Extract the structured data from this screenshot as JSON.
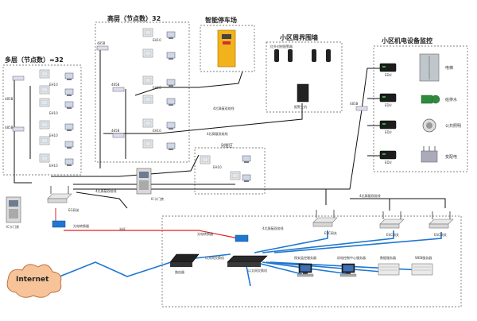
{
  "regions": {
    "multi_layer": {
      "label": "多层（节点数）=32"
    },
    "high_layer": {
      "label": "高层（节点数）32"
    },
    "parking": {
      "label": "智能停车场"
    },
    "perimeter": {
      "label": "小区周界围墙"
    },
    "equipment_monitor": {
      "label": "小区机电设备监控"
    },
    "villa": {
      "label": "别墅区"
    }
  },
  "labels": {
    "bus_485": "485B",
    "eh": "EH10",
    "edu": "EDU",
    "elevator": "电梯",
    "pump": "给排水",
    "light": "公共照明",
    "power": "变配电",
    "wall_door_multi": "IC卡门禁",
    "wall_door_high": "IC卡门禁",
    "hub_multi": "EG网关",
    "converter": "光电转换器",
    "esc_gateway_1": "ESC网关",
    "esc_gateway_2": "ESC网关",
    "esc_gateway_3": "ESC网关",
    "router": "路由器",
    "switch": "以太网交换机",
    "ethernet_switch_bottom": "以太网交换机",
    "server_security": "保安监控服务器",
    "server_center": "机电控制中心服务器",
    "server_data": "数据服务器",
    "server_web": "WEB服务器",
    "internet": "Internet",
    "perimeter_host": "报警主机",
    "perimeter_sensor": "红外对射报警器",
    "fiber": "光纤",
    "link_high": "4芯屏蔽双绞线",
    "link_villa": "4芯屏蔽双绞线",
    "link_multi": "4芯屏蔽双绞线",
    "link_esc": "4芯屏蔽双绞线",
    "link_eq": "4芯屏蔽双绞线",
    "door_intercom": "门口机",
    "bus_485_left": "485B",
    "bus_485_high": "485B",
    "bus_485_eq": "485B"
  },
  "colors": {
    "blue_line": "#1f77d0",
    "red_line": "#e02020",
    "black_line": "#111111",
    "cloud_fill": "#f7c49a",
    "cloud_stroke": "#c07040",
    "parking_fill": "#f2b21b",
    "dashed": "#555555"
  },
  "icons": [
    "internet-cloud-icon",
    "router-icon",
    "switch-icon",
    "server-icon",
    "computer-icon",
    "gateway-icon",
    "intercom-panel-icon",
    "edu-box-icon",
    "elevator-icon",
    "pump-icon",
    "lamp-icon",
    "transformer-icon",
    "alarm-sensor-icon",
    "parking-barrier-icon",
    "converter-icon"
  ]
}
